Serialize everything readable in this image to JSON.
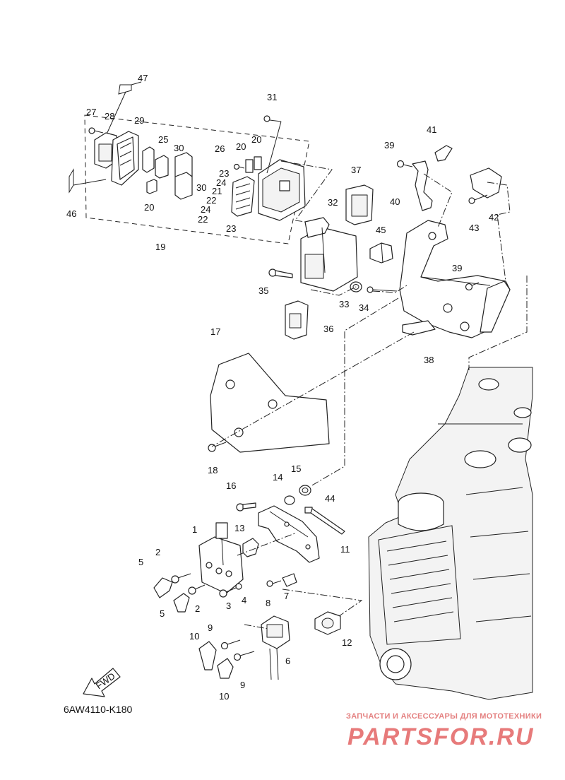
{
  "diagram": {
    "drawing_code": "6AW4110-K180",
    "direction_label": "FWD",
    "watermark": {
      "tagline": "ЗАПЧАСТИ И АКСЕССУАРЫ ДЛЯ МОТОТЕХНИКИ",
      "logo_text": "PARTSFOR.RU"
    },
    "callouts": [
      "47",
      "27",
      "28",
      "29",
      "25",
      "30",
      "26",
      "20",
      "20",
      "31",
      "23",
      "24",
      "21",
      "22",
      "24",
      "22",
      "23",
      "20",
      "30",
      "46",
      "19",
      "37",
      "41",
      "39",
      "40",
      "42",
      "43",
      "32",
      "45",
      "35",
      "33",
      "34",
      "39",
      "36",
      "38",
      "17",
      "18",
      "16",
      "14",
      "15",
      "44",
      "1",
      "13",
      "11",
      "2",
      "5",
      "3",
      "4",
      "8",
      "7",
      "2",
      "5",
      "9",
      "6",
      "12",
      "10",
      "9",
      "10"
    ]
  }
}
